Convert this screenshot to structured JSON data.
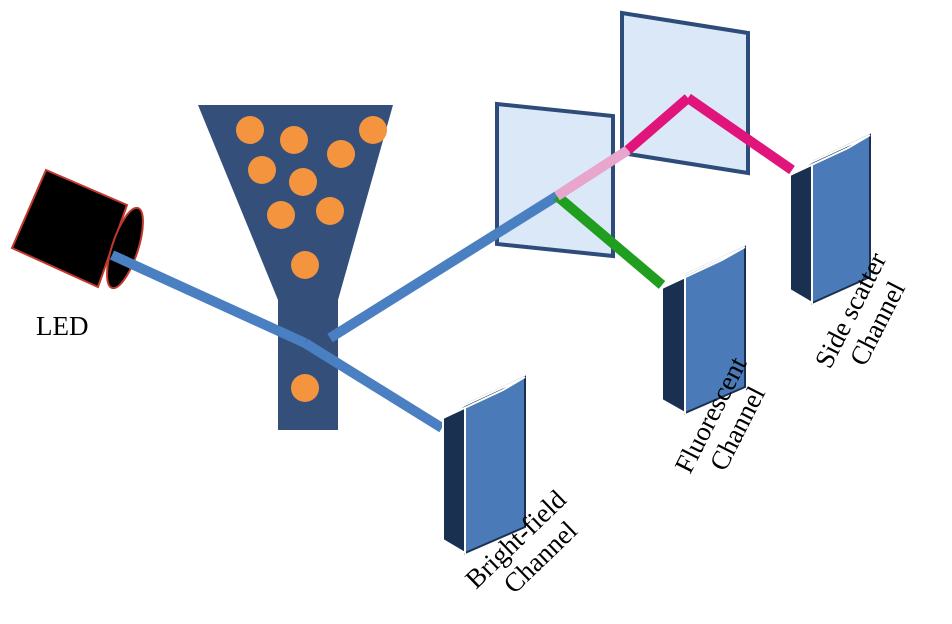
{
  "labels": {
    "led": "LED",
    "brightfield_line1": "Bright-field",
    "brightfield_line2": "Channel",
    "fluorescent_line1": "Fluorescent",
    "fluorescent_line2": "Channel",
    "sidescatter_line1": "Side scatter",
    "sidescatter_line2": "Channel"
  },
  "colors": {
    "background": "#ffffff",
    "led_body": "#000000",
    "led_rim": "#c0392b",
    "flow_cell": "#34507a",
    "cells": "#f4943e",
    "beam_blue": "#4a7fc1",
    "beam_green": "#1f9e1f",
    "beam_magenta": "#e0147a",
    "beam_pink": "#e8a6cd",
    "mirror_fill": "#dbe8f7",
    "mirror_edge": "#2e4c7a",
    "detector_face": "#4a7ab8",
    "detector_side": "#1a3050"
  },
  "icons": [
    "led-light-source-icon",
    "flow-cell-funnel-icon",
    "dichroic-mirror-icon",
    "detector-icon"
  ]
}
